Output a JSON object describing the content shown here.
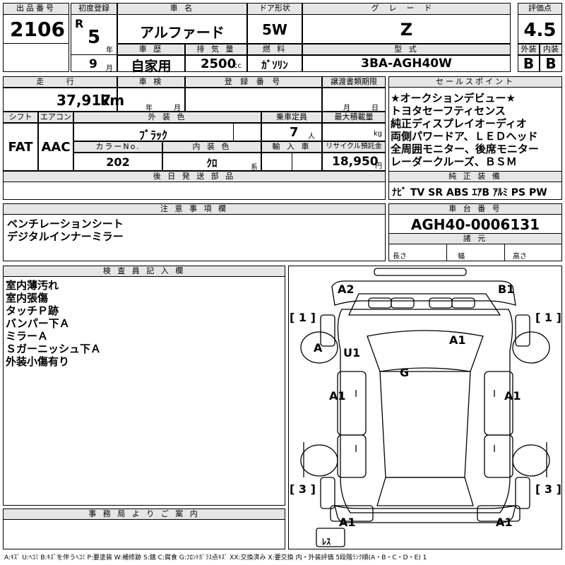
{
  "top": {
    "lot_label": "出品番号",
    "lot_number": "2106",
    "first_reg_label": "初度登録",
    "era": "R",
    "year": "5",
    "year_unit": "年",
    "month": "9",
    "month_unit": "月",
    "car_name_label": "車 名",
    "car_name": "アルファード",
    "door_label": "ドア形状",
    "door": "5W",
    "grade_label": "グレード",
    "grade": "Z",
    "score_label": "評価点",
    "score": "4.5",
    "history_label": "車 歴",
    "history": "自家用",
    "displacement_label": "排 気 量",
    "displacement": "2500",
    "displacement_unit": "cc",
    "fuel_label": "燃 料",
    "fuel": "ｶﾞｿﾘﾝ",
    "model_label": "型 式",
    "model": "3BA-AGH40W",
    "exterior_label": "外装",
    "exterior_grade": "B",
    "interior_label": "内装",
    "interior_grade": "B"
  },
  "mid": {
    "mileage_label": "走 行",
    "mileage": "37,917",
    "mileage_unit": "km",
    "inspection_label": "車 検",
    "insp_year_unit": "年",
    "insp_month_unit": "月",
    "reg_label": "登 録 番 号",
    "transfer_label": "譲渡書類期限",
    "transfer_month": "月",
    "transfer_day": "日",
    "shift_label": "シフト",
    "shift": "FAT",
    "ac_label": "エアコン",
    "ac": "AAC",
    "color_label": "外 装 色",
    "color": "ﾌﾞﾗｯｸ",
    "capacity_label": "乗車定員",
    "capacity": "7",
    "capacity_unit": "人",
    "load_label": "最大積載量",
    "load_unit": "kg",
    "color_no_label": "カラーNo.",
    "color_no": "202",
    "int_color_label": "内 装 色",
    "int_color": "ｸﾛ",
    "int_color_unit": "系",
    "import_label": "輸 入 車",
    "recycle_label": "リサイクル預託金",
    "recycle": "18,950",
    "recycle_unit": "円",
    "later_label": "後 日 発 送 部 品"
  },
  "sales": {
    "label": "セールスポイント",
    "lines": [
      "★オークションデビュー★",
      "トヨタセーフティセンス",
      "純正ディスプレイオーディオ",
      "両側パワードア、ＬＥＤヘッド",
      "全周囲モニター、後席モニター",
      "レーダークルーズ、ＢＳＭ"
    ],
    "equip_label": "純 正 装 備",
    "equipment": [
      "ﾅﾋﾞ",
      "TV",
      "SR",
      "ABS",
      "ｴｱB",
      "ｱﾙﾐ",
      "PS",
      "PW"
    ]
  },
  "notes": {
    "label": "注 意 事 項 欄",
    "lines": [
      "ベンチレーションシート",
      "デジタルインナーミラー"
    ]
  },
  "chassis": {
    "label": "車 台 番 号",
    "number": "AGH40-0006131",
    "spec_label": "諸 元",
    "length": "長さ",
    "width": "幅",
    "height": "高さ"
  },
  "inspector": {
    "label": "検 査 員 記 入 欄",
    "lines": [
      "室内薄汚れ",
      "室内張傷",
      "タッチＰ跡",
      "バンパー下Ａ",
      "ミラーＡ",
      "Ｓガーニッシュ下Ａ",
      "外装小傷有り"
    ]
  },
  "office": {
    "label": "事 務 局 よ り ご 案 内"
  },
  "diagram": {
    "marks": [
      "A2",
      "B1",
      "A",
      "U1",
      "A1",
      "G",
      "A1",
      "A1",
      "A1",
      "A1"
    ],
    "tire_left_front": "1",
    "tire_right_front": "1",
    "tire_left_rear": "3",
    "tire_right_rear": "3",
    "spare": "ﾚｽ"
  },
  "legend": "A:ｷｽﾞ U:ﾍｺﾐ B:ｷｽﾞを伴うﾍｺﾐ P:要塗装 W:補修跡 S:錆 C:腐食 G:ﾌﾛﾝﾄｶﾞﾗｽ点ｷｽﾞ XX:交換済み X:要交換 内・外装評価 5段階ﾗﾝｸ順(A・B・C・D・E) 1"
}
